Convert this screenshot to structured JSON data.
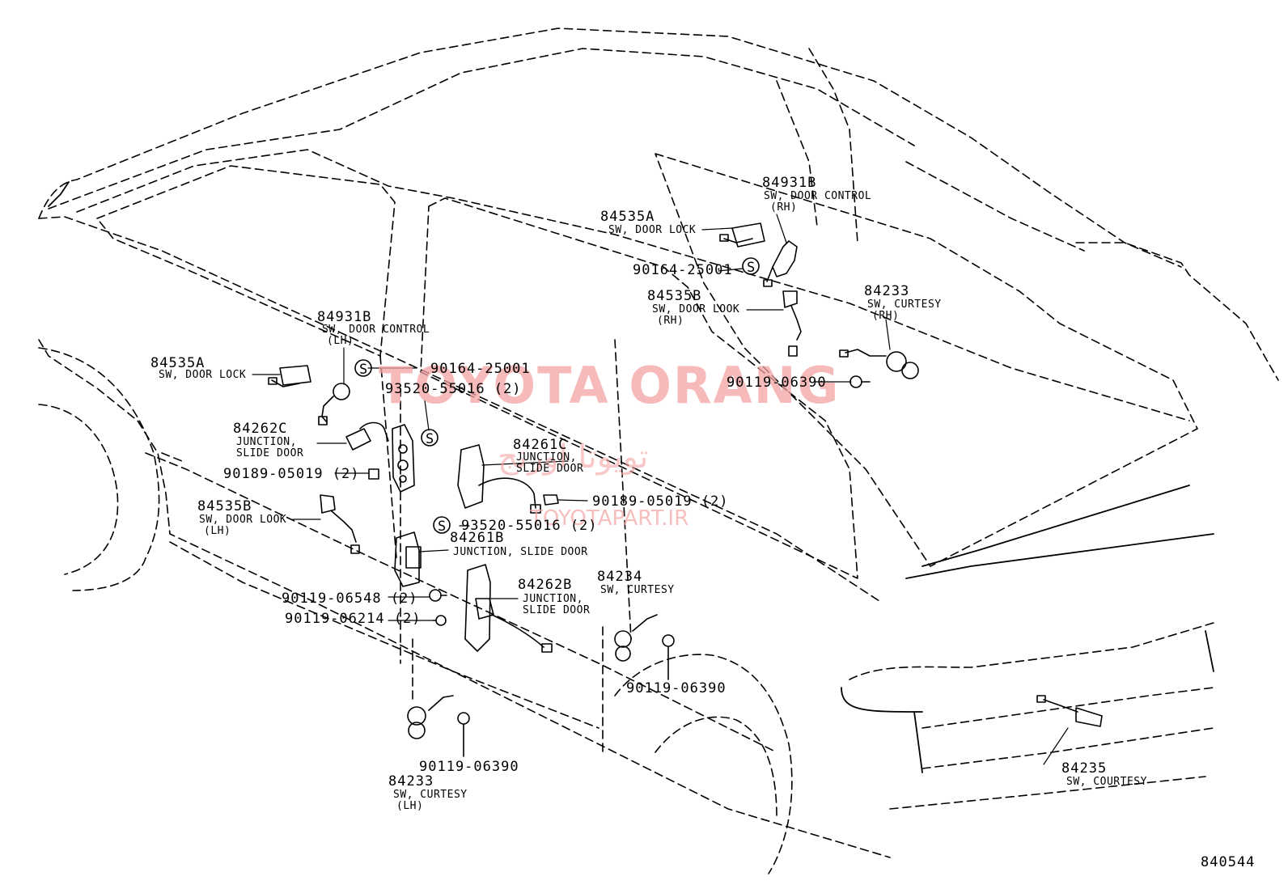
{
  "diagram_id": "840544",
  "watermark": {
    "brand": "TOYOTA ORANG",
    "arabic": "تويوتا اورنج",
    "site": "TOYOTAPART.IR"
  },
  "symbol_s": "S",
  "labels": {
    "p84931B_rh": {
      "num": "84931B",
      "l1": "SW, DOOR CONTROL",
      "l2": "(RH)"
    },
    "p84535A_rh": {
      "num": "84535A",
      "l1": "SW, DOOR LOCK"
    },
    "p90164_rh": {
      "num": "90164-25001"
    },
    "p84535B_rh": {
      "num": "84535B",
      "l1": "SW, DOOR LOOK",
      "l2": "(RH)"
    },
    "p84233_rh": {
      "num": "84233",
      "l1": "SW, CURTESY",
      "l2": "(RH)"
    },
    "p90119_06390_rh": {
      "num": "90119-06390"
    },
    "p84931B_lh": {
      "num": "84931B",
      "l1": "SW, DOOR CONTROL",
      "l2": "(LH)"
    },
    "p84535A_lh": {
      "num": "84535A",
      "l1": "SW, DOOR LOCK"
    },
    "p90164_lh": {
      "num": "90164-25001"
    },
    "p93520_a": {
      "num": "93520-55016 (2)"
    },
    "p84262C": {
      "num": "84262C",
      "l1": "JUNCTION,",
      "l2": "SLIDE DOOR"
    },
    "p84261C": {
      "num": "84261C",
      "l1": "JUNCTION,",
      "l2": "SLIDE DOOR"
    },
    "p90189_a": {
      "num": "90189-05019 (2)"
    },
    "p90189_b": {
      "num": "90189-05019 (2)"
    },
    "p84535B_lh": {
      "num": "84535B",
      "l1": "SW, DOOR LOOK",
      "l2": "(LH)"
    },
    "p93520_b": {
      "num": "93520-55016 (2)"
    },
    "p84261B": {
      "num": "84261B",
      "l1": "JUNCTION,  SLIDE DOOR"
    },
    "p84262B": {
      "num": "84262B",
      "l1": "JUNCTION,",
      "l2": "SLIDE DOOR"
    },
    "p84234": {
      "num": "84234",
      "l1": "SW, CURTESY"
    },
    "p90119_06548": {
      "num": "90119-06548 (2)"
    },
    "p90119_06214": {
      "num": "90119-06214 (2)"
    },
    "p90119_06390_mid": {
      "num": "90119-06390"
    },
    "p90119_06390_lh": {
      "num": "90119-06390"
    },
    "p84233_lh": {
      "num": "84233",
      "l1": "SW, CURTESY",
      "l2": "(LH)"
    },
    "p84235": {
      "num": "84235",
      "l1": "SW, COURTESY"
    }
  }
}
